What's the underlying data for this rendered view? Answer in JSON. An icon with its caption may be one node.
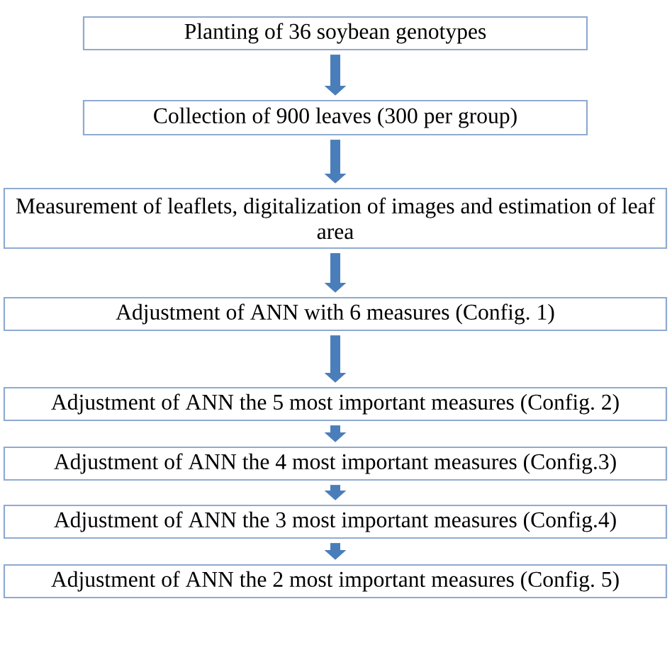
{
  "diagram": {
    "nodes": [
      {
        "text": [
          "Planting of 36 soybean genotypes"
        ]
      },
      {
        "text": [
          "Collection of 900 leaves (300 per group)"
        ]
      },
      {
        "text": [
          "Measurement of leaflets, digitalization of images and estimation of leaf area"
        ]
      },
      {
        "text": [
          "Adjustment of ANN with 6 measures (Config. 1)"
        ]
      },
      {
        "text": [
          "Adjustment of ANN the 5 most important measures (Config. 2)"
        ]
      },
      {
        "text": [
          "Adjustment of ANN the 4 most important measures (Config.3)"
        ]
      },
      {
        "text": [
          "Adjustment of ANN the 3 most important measures (Config.4)"
        ]
      },
      {
        "text": [
          "Adjustment of ANN the 2 most important measures (Config. 5)"
        ]
      }
    ],
    "edges": [
      {
        "from": 0,
        "to": 1,
        "arrow": "to"
      },
      {
        "from": 1,
        "to": 2,
        "arrow": "to"
      },
      {
        "from": 2,
        "to": 3,
        "arrow": "to"
      },
      {
        "from": 3,
        "to": 4,
        "arrow": "to"
      },
      {
        "from": 4,
        "to": 5,
        "arrow": "to"
      },
      {
        "from": 5,
        "to": 6,
        "arrow": "to"
      },
      {
        "from": 6,
        "to": 7,
        "arrow": "to"
      }
    ]
  }
}
